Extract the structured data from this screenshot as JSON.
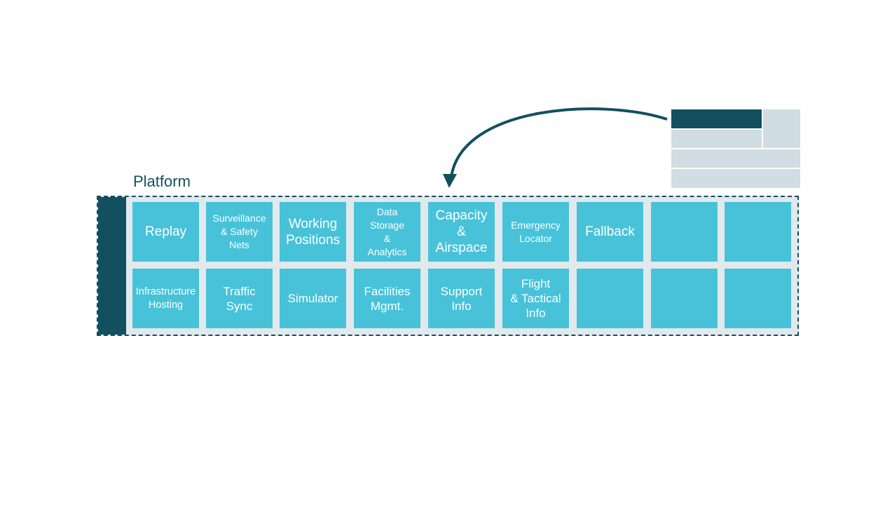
{
  "title": "Platform",
  "colors": {
    "dark": "#12505f",
    "tile": "#47c2d9",
    "background": "#e1e9ec",
    "mini_light": "#d0dde2"
  },
  "tiles": [
    [
      "Replay",
      "Surveillance\n& Safety\nNets",
      "Working\nPositions",
      "Data\nStorage\n&\nAnalytics",
      "Capacity\n&\nAirspace",
      "Emergency\nLocator",
      "Fallback",
      "",
      ""
    ],
    [
      "Infrastructure\nHosting",
      "Traffic\nSync",
      "Simulator",
      "Facilities\nMgmt.",
      "Support\nInfo",
      "Flight\n& Tactical\nInfo",
      "",
      "",
      ""
    ]
  ],
  "icons": {
    "arrow": "curved-arrow-icon",
    "layout": "layout-grid-icon"
  }
}
